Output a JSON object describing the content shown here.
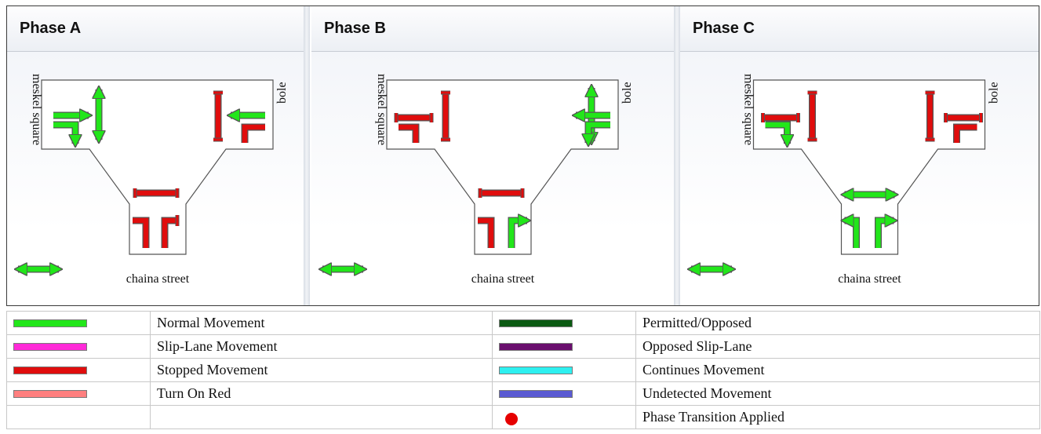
{
  "colors": {
    "go": "#22e61a",
    "stop": "#e00d0d",
    "outline": "#555555"
  },
  "phases": [
    {
      "title": "Phase A",
      "left_road": "meskel square",
      "right_road": "bole",
      "bottom_road": "chaina street"
    },
    {
      "title": "Phase B",
      "left_road": "meskel square",
      "right_road": "bole",
      "bottom_road": "chaina street"
    },
    {
      "title": "Phase C",
      "left_road": "meskel square",
      "right_road": "bole",
      "bottom_road": "chaina street"
    }
  ],
  "legend": {
    "rows": [
      {
        "left": {
          "label": "Normal Movement",
          "color": "#22e61a",
          "symbol": "bar"
        },
        "right": {
          "label": "Permitted/Opposed",
          "color": "#0b5a12",
          "symbol": "bar"
        }
      },
      {
        "left": {
          "label": "Slip-Lane Movement",
          "color": "#ff2ad8",
          "symbol": "bar"
        },
        "right": {
          "label": "Opposed Slip-Lane",
          "color": "#6a0f6e",
          "symbol": "bar"
        }
      },
      {
        "left": {
          "label": "Stopped Movement",
          "color": "#e00d0d",
          "symbol": "bar"
        },
        "right": {
          "label": "Continues Movement",
          "color": "#2ef0f0",
          "symbol": "bar"
        }
      },
      {
        "left": {
          "label": "Turn On Red",
          "color": "#ff7f7f",
          "symbol": "bar"
        },
        "right": {
          "label": "Undetected Movement",
          "color": "#5a5ad2",
          "symbol": "bar"
        }
      },
      {
        "left": {
          "label": "",
          "color": "",
          "symbol": "none"
        },
        "right": {
          "label": "Phase Transition Applied",
          "color": "#e60000",
          "symbol": "dot"
        }
      }
    ]
  }
}
